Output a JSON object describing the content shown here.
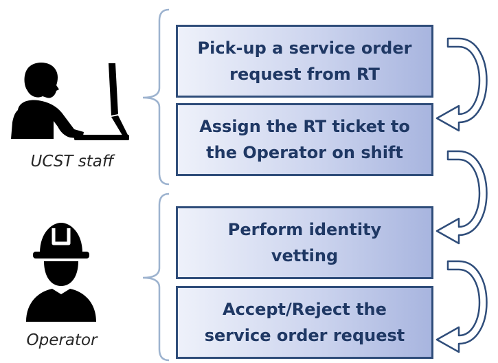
{
  "roles": [
    {
      "id": "ucst-staff",
      "label": "UCST staff",
      "icon": "person-at-computer-icon"
    },
    {
      "id": "operator",
      "label": "Operator",
      "icon": "hard-hat-worker-icon"
    }
  ],
  "steps": [
    {
      "line1": "Pick-up a service order",
      "line2": "request from RT"
    },
    {
      "line1": "Assign the RT ticket to",
      "line2": "the Operator on shift"
    },
    {
      "line1": "Perform identity",
      "line2": "vetting"
    },
    {
      "line1": "Accept/Reject the",
      "line2": "service order request"
    }
  ],
  "colors": {
    "box_border": "#2f4d7a",
    "box_text": "#1f3864",
    "arrow_fill": "#ffffff",
    "arrow_stroke": "#2f4d7a",
    "brace": "#9db3cf",
    "icon": "#000000"
  }
}
